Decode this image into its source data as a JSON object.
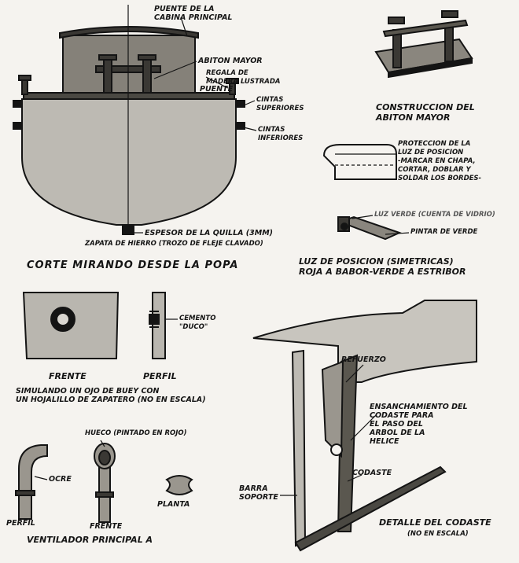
{
  "stern_section": {
    "caption": "CORTE MIRANDO DESDE LA POPA",
    "labels": {
      "puente_cabina": "PUENTE DE LA\nCABINA PRINCIPAL",
      "abiton_mayor": "ABITON MAYOR",
      "regala": "REGALA DE\nMADERA LUSTRADA",
      "puente": "PUENTE",
      "cintas_superiores": "CINTAS\nSUPERIORES",
      "cintas_inferiores": "CINTAS\nINFERIORES",
      "espesor_quilla": "ESPESOR DE LA QUILLA (3mm)",
      "zapata": "ZAPATA DE HIERRO (TROZO DE FLEJE CLAVADO)"
    }
  },
  "bitt": {
    "caption": "CONSTRUCCION DEL\nABITON MAYOR"
  },
  "position_light_guard": {
    "caption": "PROTECCION DE LA\nLUZ DE POSICION\n-MARCAR EN CHAPA,\nCORTAR, DOBLAR Y\nSOLDAR LOS BORDES-"
  },
  "position_light": {
    "green_light": "LUZ VERDE (CUENTA DE VIDRIO)",
    "paint_green": "PINTAR DE VERDE",
    "caption": "LUZ DE POSICION (SIMETRICAS)\nROJA A BABOR-VERDE A ESTRIBOR"
  },
  "porthole": {
    "frente": "FRENTE",
    "perfil": "PERFIL",
    "cemento": "CEMENTO\n\"DUCO\"",
    "caption": "SIMULANDO UN OJO DE BUEY CON\nUN HOJALILLO DE ZAPATERO (NO EN ESCALA)"
  },
  "ventilator": {
    "hueco": "HUECO (PINTADO EN ROJO)",
    "ocre": "OCRE",
    "planta": "PLANTA",
    "perfil": "PERFIL",
    "frente": "FRENTE",
    "caption": "VENTILADOR PRINCIPAL A"
  },
  "sternpost": {
    "refuerzo": "REFUERZO",
    "ensanchamiento": "ENSANCHAMIENTO DEL\nCODASTE PARA\nEL PASO DEL\nARBOL DE LA\nHELICE",
    "codaste": "CODASTE",
    "barra_soporte": "BARRA\nSOPORTE",
    "caption": "DETALLE DEL CODASTE",
    "note": "(NO EN ESCALA)"
  },
  "colors": {
    "ink": "#141414",
    "hull": "#bdbab3",
    "cabin": "#858179",
    "paper": "#f5f3ef"
  }
}
